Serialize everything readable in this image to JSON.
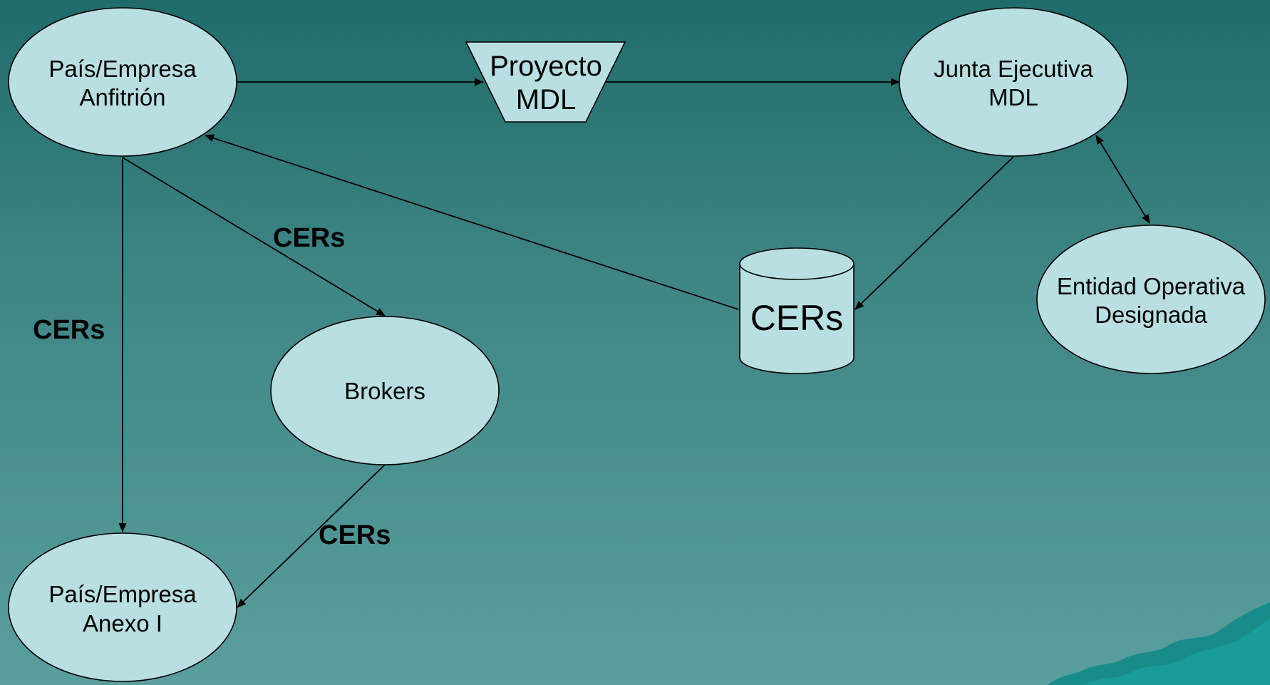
{
  "diagram": {
    "nodes": {
      "host": {
        "line1": "País/Empresa",
        "line2": "Anfitrión"
      },
      "project": {
        "line1": "Proyecto",
        "line2": "MDL"
      },
      "board": {
        "line1": "Junta Ejecutiva",
        "line2": "MDL"
      },
      "doe": {
        "line1": "Entidad Operativa",
        "line2": "Designada"
      },
      "brokers": {
        "label": "Brokers"
      },
      "annex": {
        "line1": "País/Empresa",
        "line2": "Anexo I"
      },
      "cers_store": {
        "label": "CERs"
      }
    },
    "edge_labels": {
      "host_to_brokers": "CERs",
      "host_to_annex": "CERs",
      "brokers_to_annex": "CERs"
    },
    "colors": {
      "node_fill": "#b9dfe2",
      "background_top": "#1f6b6b",
      "background_bottom": "#5a9e9e"
    }
  }
}
